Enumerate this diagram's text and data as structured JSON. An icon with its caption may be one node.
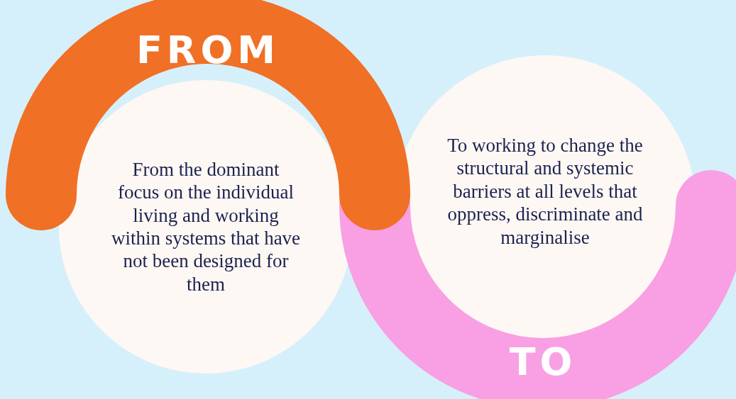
{
  "diagram": {
    "nodes": [
      {
        "text": [
          "FROM"
        ]
      },
      {
        "text": [
          "From the dominant focus on the individual living and working within systems that have not been designed for them"
        ]
      },
      {
        "text": [
          "To working to change the structural and systemic barriers at all levels that oppress, discriminate and marginalise"
        ]
      },
      {
        "text": [
          "TO"
        ]
      }
    ]
  }
}
